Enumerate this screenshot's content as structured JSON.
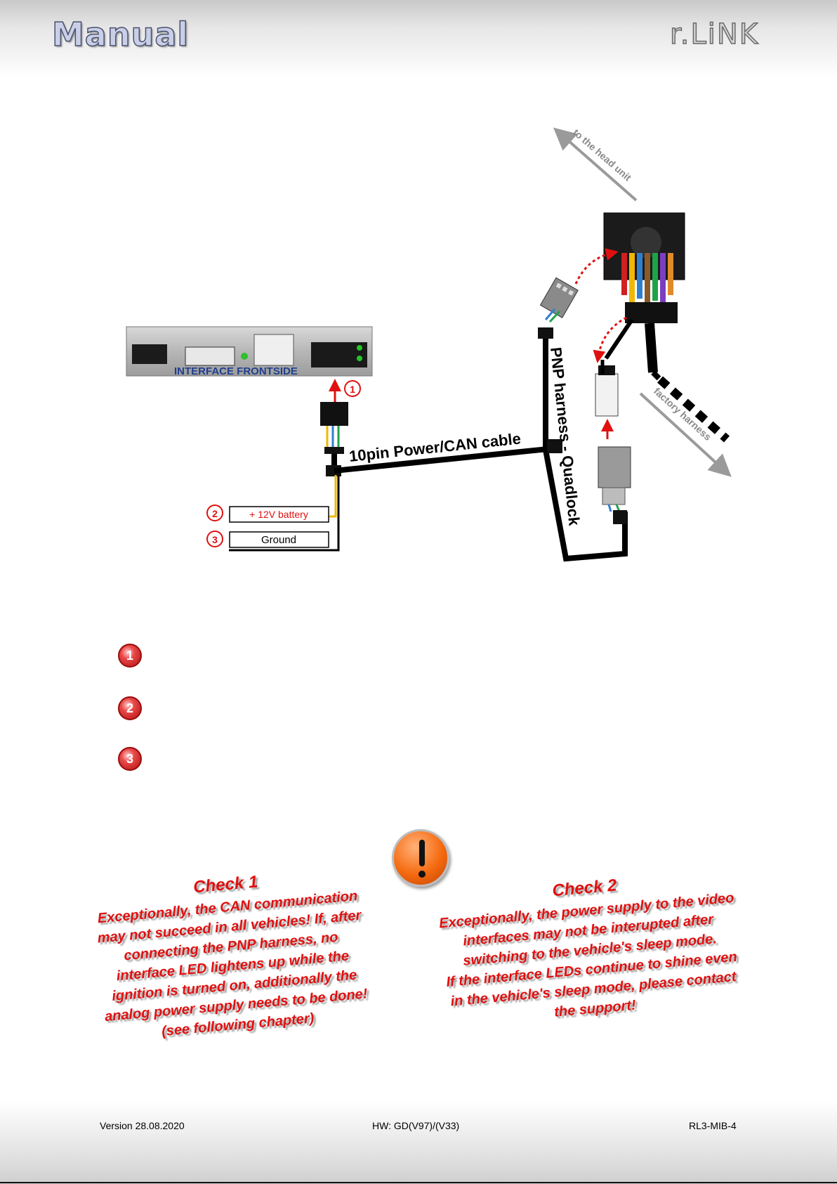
{
  "header": {
    "left_title": "Manual",
    "right_brand": "r.LiNK"
  },
  "diagram": {
    "interface_label": "INTERFACE FRONTSIDE",
    "cable_label": "10pin Power/CAN cable",
    "harness_label": "PNP harness - Quadlock",
    "head_unit_label": "to the head unit",
    "factory_label": "factory harness",
    "battery_label": "+ 12V battery",
    "ground_label": "Ground",
    "markers": [
      "1",
      "2",
      "3"
    ]
  },
  "steps": [
    {
      "number": "1"
    },
    {
      "number": "2"
    },
    {
      "number": "3"
    }
  ],
  "warnings": {
    "icon": "exclamation-icon",
    "check1": {
      "title": "Check 1",
      "body": "Exceptionally, the CAN communication\nmay not succeed in all vehicles! If, after\nconnecting the PNP harness, no\ninterface LED lightens up while the\nignition is turned on, additionally the\nanalog power supply needs to be done!\n(see following chapter)"
    },
    "check2": {
      "title": "Check 2",
      "body": "Exceptionally, the power supply to the video\ninterfaces may not be interupted after\nswitching to the vehicle's sleep mode.\nIf the interface LEDs continue to shine even\nin the vehicle's sleep mode, please contact\nthe support!"
    }
  },
  "footer": {
    "version": "Version 28.08.2020",
    "hw": "HW:  GD(V97)/(V33)",
    "model": "RL3-MIB-4"
  },
  "colors": {
    "accent_red": "#e01010",
    "cable_black": "#000000",
    "wire_yellow": "#f2b705"
  }
}
